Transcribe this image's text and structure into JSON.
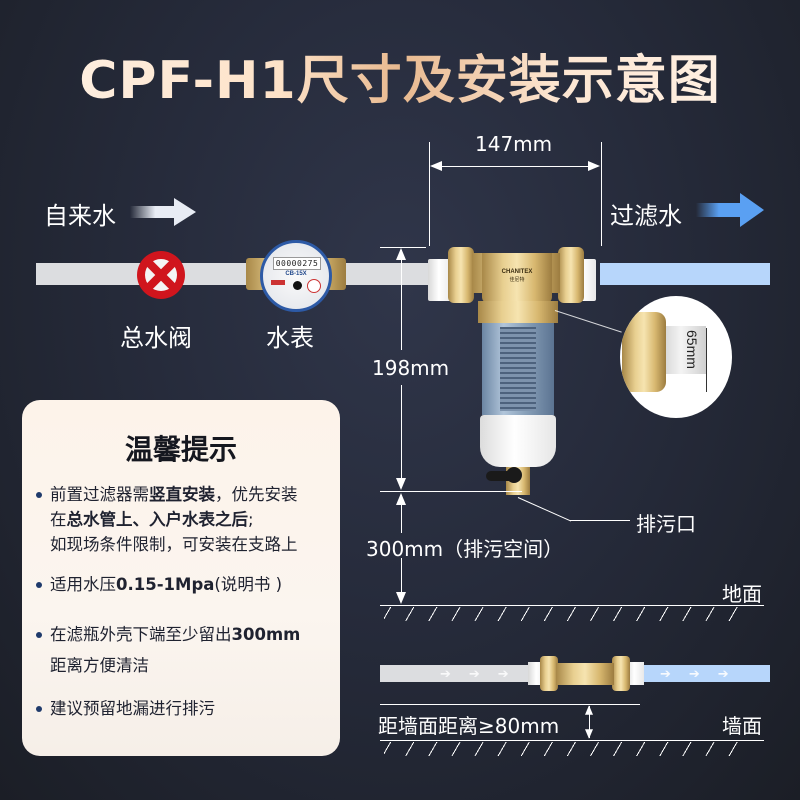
{
  "title": "CPF-H1尺寸及安装示意图",
  "flow": {
    "inlet_label": "自来水",
    "outlet_label": "过滤水",
    "inlet_arrow_color": "#e8ecf4",
    "outlet_arrow_color": "#5aa0f2"
  },
  "components": {
    "main_valve_label": "总水阀",
    "water_meter_label": "水表",
    "meter_reading": "00000275",
    "meter_model": "CB-15X",
    "filter_brand": "CHANITEX",
    "filter_brand_cn": "佳尼特",
    "drain_label": "排污口"
  },
  "dimensions": {
    "width": "147mm",
    "height": "198mm",
    "clearance": "300mm（排污空间）",
    "connector": "65mm",
    "wall_distance": "距墙面距离≥80mm"
  },
  "surfaces": {
    "floor": "地面",
    "wall": "墙面"
  },
  "tips": {
    "heading": "温馨提示",
    "items": [
      {
        "parts": [
          {
            "text": "前置过滤器需",
            "bold": false
          },
          {
            "text": "竖直安装",
            "bold": true
          },
          {
            "text": "，优先安装",
            "bold": false
          }
        ],
        "line2": [
          {
            "text": "在",
            "bold": false
          },
          {
            "text": "总水管上、入户水表之后",
            "bold": true
          },
          {
            "text": ";",
            "bold": false
          }
        ],
        "line3": "如现场条件限制，可安装在支路上"
      },
      {
        "pre": "适用水压",
        "bold": "0.15-1Mpa",
        "post": "(说明书 )"
      },
      {
        "pre": "在滤瓶外壳下端至少留出",
        "bold": "300mm",
        "line2": "距离方便清洁"
      },
      {
        "text": "建议预留地漏进行排污"
      }
    ]
  },
  "colors": {
    "title_gold": "#f2c9a0",
    "pipe_gray": "#dcdde0",
    "pipe_blue": "#b7d6fb",
    "valve_red": "#d0151d",
    "card_bg": "#fbf4ed",
    "bullet": "#1f3a6b"
  }
}
